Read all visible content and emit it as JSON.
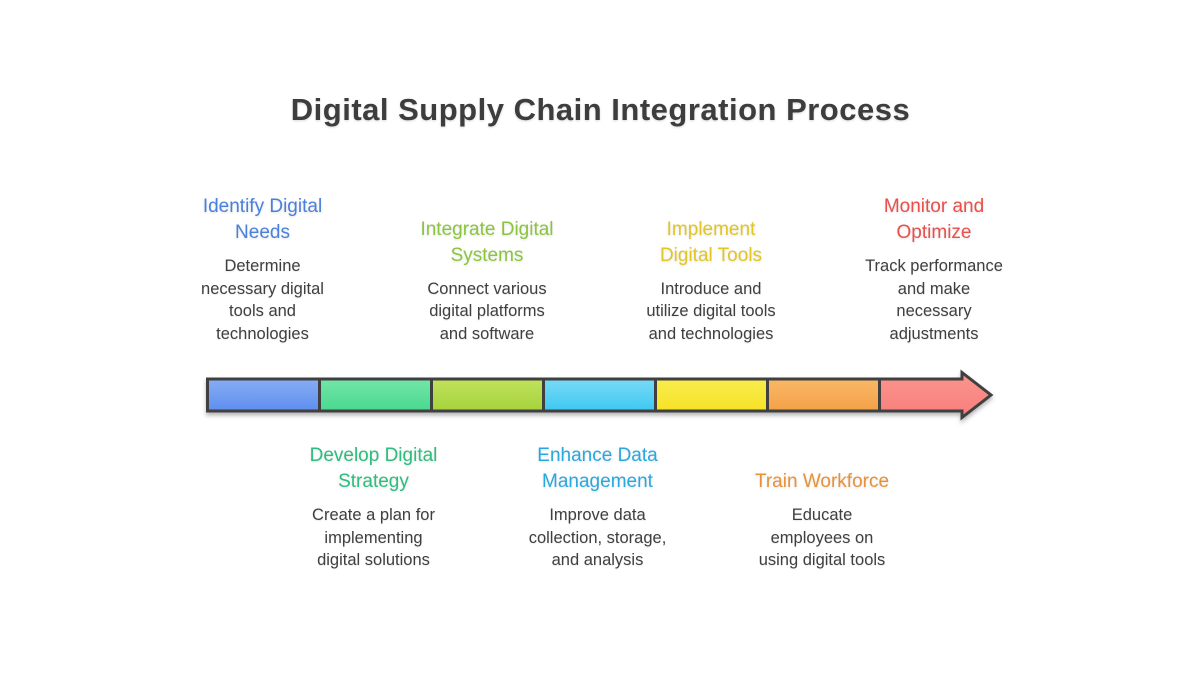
{
  "title": "Digital Supply Chain Integration Process",
  "title_color": "#3d3d3d",
  "text_color": "#3f3f3f",
  "stages_top": [
    {
      "heading": "Identify Digital\nNeeds",
      "description": "Determine\nnecessary digital\ntools and\ntechnologies",
      "color": "#4a80dd"
    },
    {
      "heading": "Integrate Digital\nSystems",
      "description": "Connect various\ndigital platforms\nand software",
      "color": "#8bc53e"
    },
    {
      "heading": "Implement\nDigital Tools",
      "description": "Introduce and\nutilize digital tools\nand technologies",
      "color": "#e2c622"
    },
    {
      "heading": "Monitor and\nOptimize",
      "description": "Track performance\nand make\nnecessary\nadjustments",
      "color": "#ea4f4b"
    }
  ],
  "stages_bottom": [
    {
      "heading": "Develop Digital\nStrategy",
      "description": "Create a plan for\nimplementing\ndigital solutions",
      "color": "#2dbd7e"
    },
    {
      "heading": "Enhance Data\nManagement",
      "description": "Improve data\ncollection, storage,\nand analysis",
      "color": "#29a8df"
    },
    {
      "heading": "Train Workforce",
      "description": "Educate\nemployees on\nusing digital tools",
      "color": "#e7923a"
    }
  ],
  "arrow": {
    "direction": "right",
    "outline_color": "#404040",
    "segments": [
      {
        "name": "blue",
        "color_top": "#87adf3",
        "color_bottom": "#5e8eef"
      },
      {
        "name": "green",
        "color_top": "#73e6a8",
        "color_bottom": "#4ad88f"
      },
      {
        "name": "yellow-green",
        "color_top": "#c0e25c",
        "color_bottom": "#a6d23c"
      },
      {
        "name": "cyan",
        "color_top": "#79daf7",
        "color_bottom": "#3ec8f2"
      },
      {
        "name": "yellow",
        "color_top": "#f9ec4e",
        "color_bottom": "#f6e226"
      },
      {
        "name": "orange",
        "color_top": "#f9b868",
        "color_bottom": "#f5a148"
      },
      {
        "name": "red",
        "color_top": "#fa958f",
        "color_bottom": "#f87e7b"
      }
    ]
  }
}
